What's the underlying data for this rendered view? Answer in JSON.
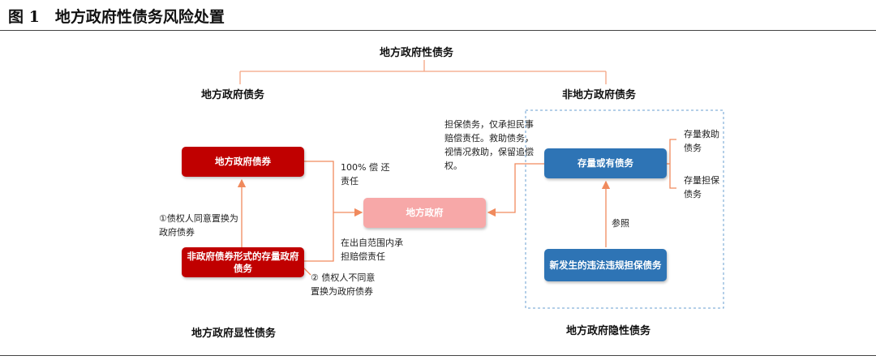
{
  "figure": {
    "title": "图 1　地方政府性债务风险处置"
  },
  "top": {
    "root": "地方政府性债务",
    "left_branch": "地方政府债务",
    "right_branch": "非地方政府债务"
  },
  "boxes": {
    "gov_bonds": "地方政府债券",
    "non_bond_stock": "非政府债券形式的存量政府债务",
    "local_gov": "地方政府",
    "stock_contingent": "存量或有债务",
    "new_illegal_guarantee": "新发生的违法违规担保债务"
  },
  "notes": {
    "repay_full": "100% 偿 还 责任",
    "swap_agree": "①债权人同意置换为政府债券",
    "swap_disagree": "② 债权人不同意置换为政府债券",
    "limited_liability": "在出自范围内承担赔偿责任",
    "guarantee_policy": "担保债务，仅承担民事赔偿责任。救助债务，视情况救助，保留追偿权。",
    "stock_rescue": "存量救助债务",
    "stock_guarantee": "存量担保债务",
    "reference": "参照"
  },
  "bottom": {
    "explicit": "地方政府显性债务",
    "implicit": "地方政府隐性债务"
  },
  "colors": {
    "dark_red": "#c00000",
    "pink": "#f7a8a8",
    "blue": "#2e74b5",
    "orange_line": "#f4a582",
    "dashed_border": "#6a9fd0"
  }
}
